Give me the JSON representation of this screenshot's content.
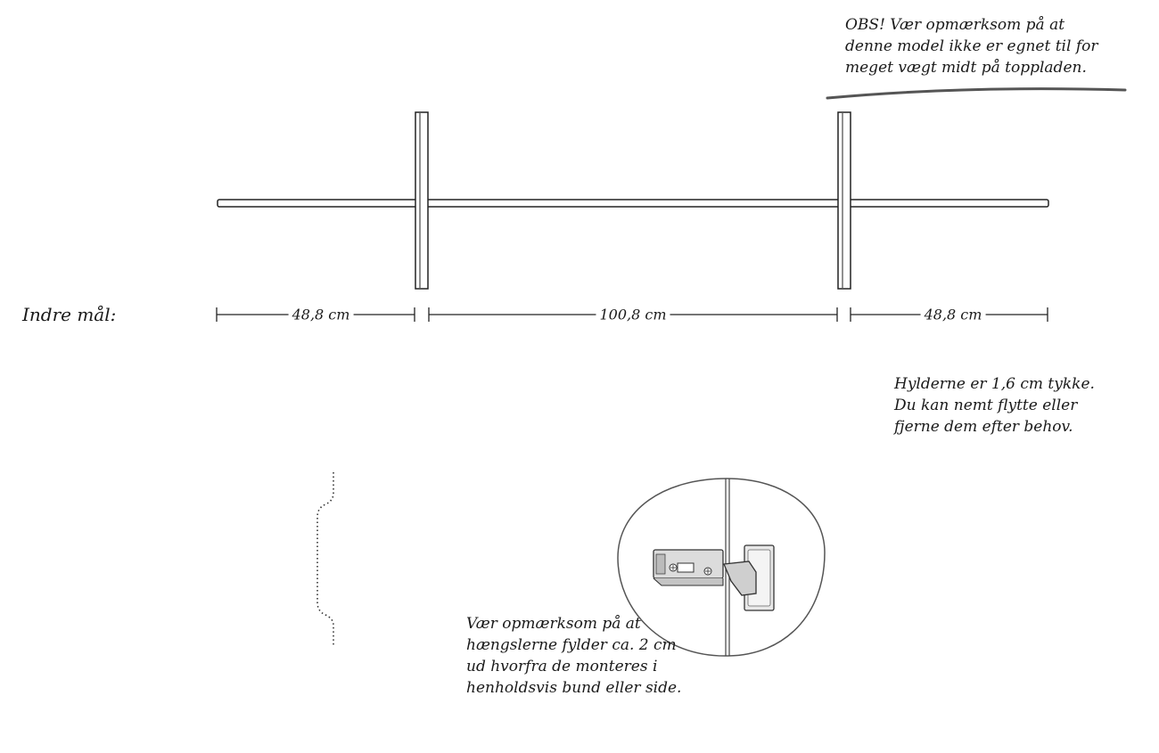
{
  "inner_dimensions": {
    "label": "Indre mål:",
    "segments": [
      "48,8 cm",
      "100,8 cm",
      "48,8 cm"
    ]
  },
  "warning_note": {
    "lines": [
      "OBS! Vær opmærksom på at",
      "denne model ikke er egnet til for",
      "meget vægt midt på toppladen."
    ]
  },
  "shelf_note": {
    "lines": [
      "Hylderne er 1,6 cm tykke.",
      "Du kan nemt flytte eller",
      "fjerne dem efter behov."
    ]
  },
  "hinge_note": {
    "lines": [
      "Vær opmærksom på at",
      "hængslerne fylder ca. 2 cm",
      "ud hvorfra de monteres i",
      "henholdsvis bund eller side."
    ]
  }
}
